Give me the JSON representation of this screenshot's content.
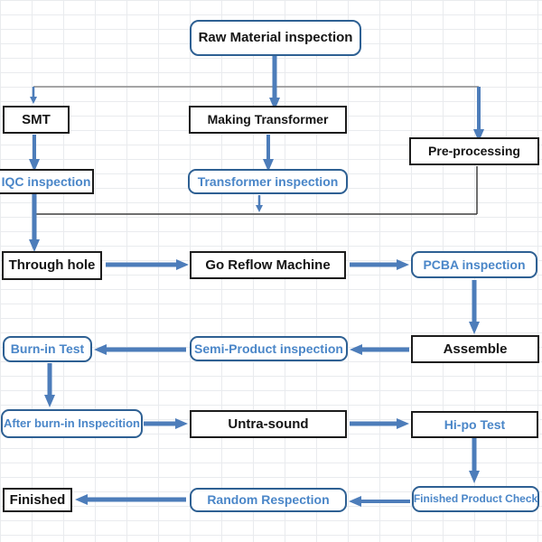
{
  "diagram": {
    "type": "flowchart",
    "description": "Manufacturing / production process flowchart over spreadsheet gridlines",
    "colors": {
      "arrow_blue": "#4d7dba",
      "box_border_blue": "#2e6093",
      "box_text_blue": "#4a86c8",
      "box_border_black": "#1c1c1c",
      "box_text_black": "#141414",
      "branch_line_gray": "#8a8a8a",
      "merge_line_dark": "#3f3f3f",
      "grid_line": "#e9ebee",
      "background": "#ffffff"
    },
    "nodes": {
      "raw_material_inspection": {
        "label": "Raw Material inspection",
        "shape": "rounded",
        "border": "blue",
        "text": "black"
      },
      "smt": {
        "label": "SMT",
        "shape": "rect",
        "border": "black",
        "text": "black"
      },
      "making_transformer": {
        "label": "Making Transformer",
        "shape": "rect",
        "border": "black",
        "text": "black"
      },
      "pre_processing": {
        "label": "Pre-processing",
        "shape": "rect",
        "border": "black",
        "text": "black"
      },
      "iqc_inspection": {
        "label": "IQC inspection",
        "shape": "rect",
        "border": "black",
        "text": "blue"
      },
      "transformer_inspection": {
        "label": "Transformer inspection",
        "shape": "rounded",
        "border": "blue",
        "text": "blue"
      },
      "through_hole": {
        "label": "Through hole",
        "shape": "rect",
        "border": "black",
        "text": "black"
      },
      "go_reflow_machine": {
        "label": "Go Reflow Machine",
        "shape": "rect",
        "border": "black",
        "text": "black"
      },
      "pcba_inspection": {
        "label": "PCBA inspection",
        "shape": "rounded",
        "border": "blue",
        "text": "blue"
      },
      "assemble": {
        "label": "Assemble",
        "shape": "rect",
        "border": "black",
        "text": "black"
      },
      "semi_product_inspection": {
        "label": "Semi-Product inspection",
        "shape": "rounded",
        "border": "blue",
        "text": "blue"
      },
      "burn_in_test": {
        "label": "Burn-in Test",
        "shape": "rounded",
        "border": "blue",
        "text": "blue"
      },
      "after_burn_in_inspecition": {
        "label": "After burn-in Inspecition",
        "shape": "rounded",
        "border": "blue",
        "text": "blue"
      },
      "untra_sound": {
        "label": "Untra-sound",
        "shape": "rect",
        "border": "black",
        "text": "black"
      },
      "hi_po_test": {
        "label": "Hi-po Test",
        "shape": "rect",
        "border": "black",
        "text": "blue"
      },
      "finished_product_check": {
        "label": "Finished Product Check",
        "shape": "rounded",
        "border": "blue",
        "text": "blue"
      },
      "random_respection": {
        "label": "Random Respection",
        "shape": "rounded",
        "border": "blue",
        "text": "blue"
      },
      "finished": {
        "label": "Finished",
        "shape": "rect",
        "border": "black",
        "text": "black"
      }
    },
    "edges": [
      {
        "from": "Raw Material inspection",
        "to": "SMT"
      },
      {
        "from": "Raw Material inspection",
        "to": "Making Transformer"
      },
      {
        "from": "Raw Material inspection",
        "to": "Pre-processing"
      },
      {
        "from": "SMT",
        "to": "IQC inspection"
      },
      {
        "from": "Making Transformer",
        "to": "Transformer inspection"
      },
      {
        "from": "IQC inspection",
        "to": "Through hole"
      },
      {
        "from": "Transformer inspection",
        "to": "Through hole"
      },
      {
        "from": "Pre-processing",
        "to": "Through hole"
      },
      {
        "from": "Through hole",
        "to": "Go Reflow Machine"
      },
      {
        "from": "Go Reflow Machine",
        "to": "PCBA inspection"
      },
      {
        "from": "PCBA inspection",
        "to": "Assemble"
      },
      {
        "from": "Assemble",
        "to": "Semi-Product inspection"
      },
      {
        "from": "Semi-Product inspection",
        "to": "Burn-in Test"
      },
      {
        "from": "Burn-in Test",
        "to": "After burn-in Inspecition"
      },
      {
        "from": "After burn-in Inspecition",
        "to": "Untra-sound"
      },
      {
        "from": "Untra-sound",
        "to": "Hi-po Test"
      },
      {
        "from": "Hi-po Test",
        "to": "Finished Product Check"
      },
      {
        "from": "Finished Product Check",
        "to": "Random Respection"
      },
      {
        "from": "Random Respection",
        "to": "Finished"
      }
    ]
  }
}
